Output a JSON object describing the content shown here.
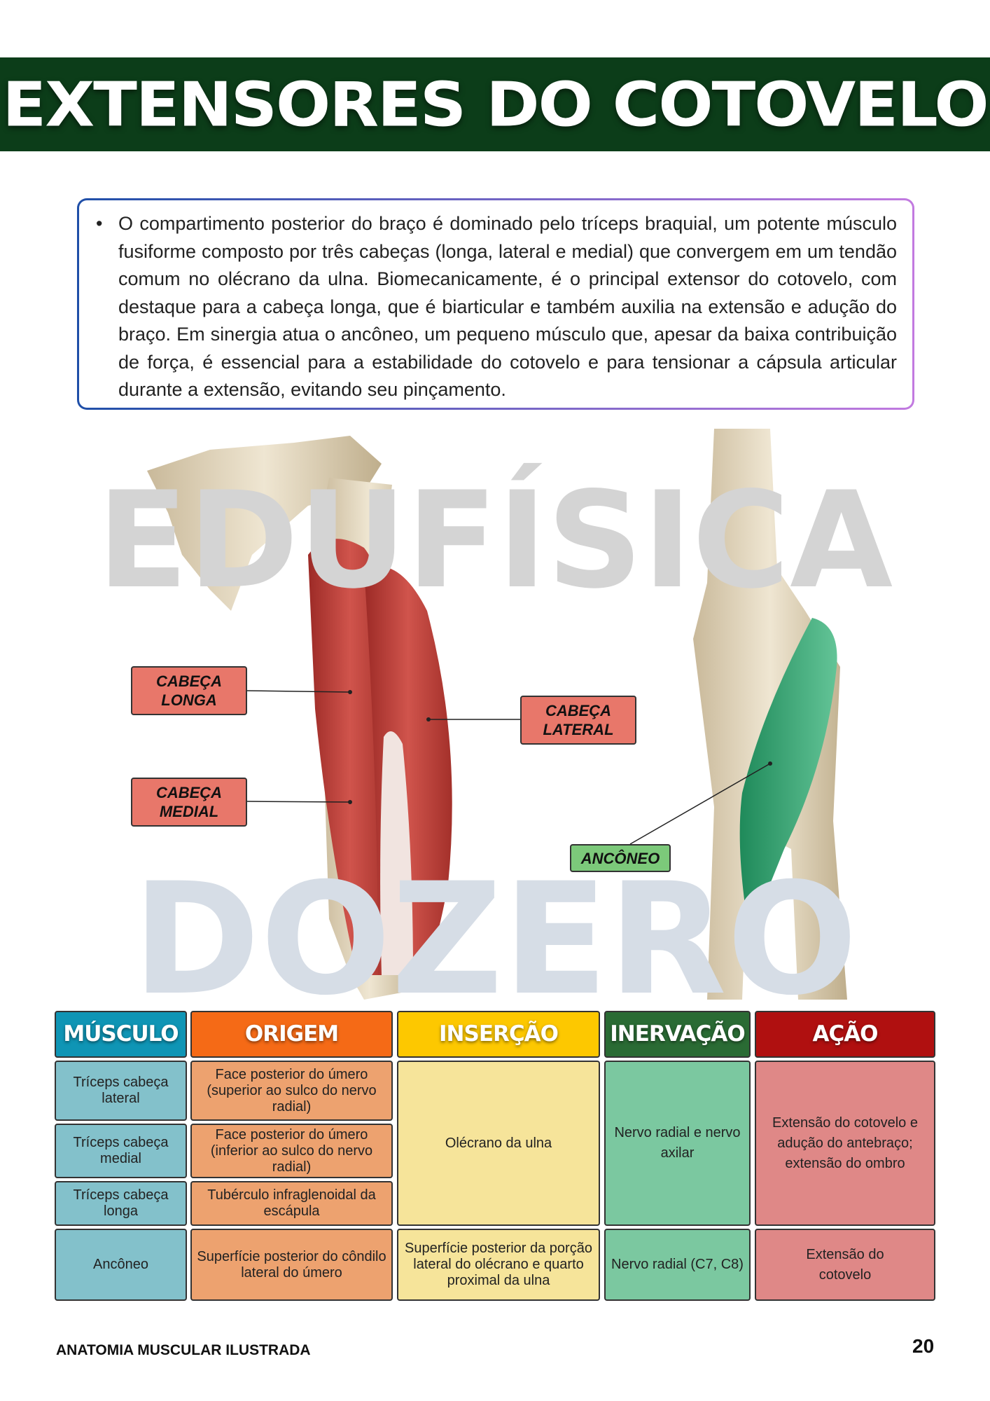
{
  "header": {
    "title": "EXTENSORES DO COTOVELO",
    "bg_color": "#0c3d19"
  },
  "intro": {
    "text": "O compartimento posterior do braço é dominado pelo tríceps braquial, um potente músculo fusiforme composto por três cabeças (longa, lateral e medial) que convergem em um tendão comum no olécrano da ulna. Biomecanicamente, é o principal extensor do cotovelo, com destaque para a cabeça longa, que é biarticular e também auxilia na extensão e adução do braço. Em sinergia atua o ancôneo, um pequeno músculo que, apesar da baixa contribuição de força, é essencial para a estabilidade do cotovelo e para tensionar a cápsula articular durante a extensão, evitando seu pinçamento."
  },
  "figure": {
    "watermark": {
      "line1": "EDUFÍSICA",
      "line2": "DOZERO"
    },
    "labels": {
      "longa": "CABEÇA LONGA",
      "medial": "CABEÇA MEDIAL",
      "lateral": "CABEÇA LATERAL",
      "anconeo": "ANCÔNEO"
    }
  },
  "table": {
    "headers": [
      {
        "label": "MÚSCULO",
        "color": "#0f95b5"
      },
      {
        "label": "ORIGEM",
        "color": "#f56a16"
      },
      {
        "label": "INSERÇÃO",
        "color": "#fdc800"
      },
      {
        "label": "INERVAÇÃO",
        "color": "#2a6b34"
      },
      {
        "label": "AÇÃO",
        "color": "#b01010"
      }
    ],
    "musculo": [
      "Tríceps cabeça lateral",
      "Tríceps cabeça medial",
      "Tríceps cabeça longa",
      "Ancôneo"
    ],
    "origem": [
      "Face posterior do úmero (superior ao sulco do nervo radial)",
      "Face posterior do úmero (inferior ao sulco do nervo radial)",
      "Tubérculo infraglenoidal da escápula",
      "Superfície posterior do côndilo lateral do úmero"
    ],
    "insercao": [
      "Olécrano da ulna",
      "Superfície posterior da porção lateral do olécrano e quarto proximal da ulna"
    ],
    "inervacao": [
      "Nervo radial e nervo axilar",
      "Nervo radial (C7, C8)"
    ],
    "acao": [
      "Extensão do cotovelo e adução do antebraço; extensão do ombro",
      "Extensão do cotovelo"
    ]
  },
  "footer": {
    "book_title": "ANATOMIA MUSCULAR ILUSTRADA",
    "page_number": "20"
  }
}
